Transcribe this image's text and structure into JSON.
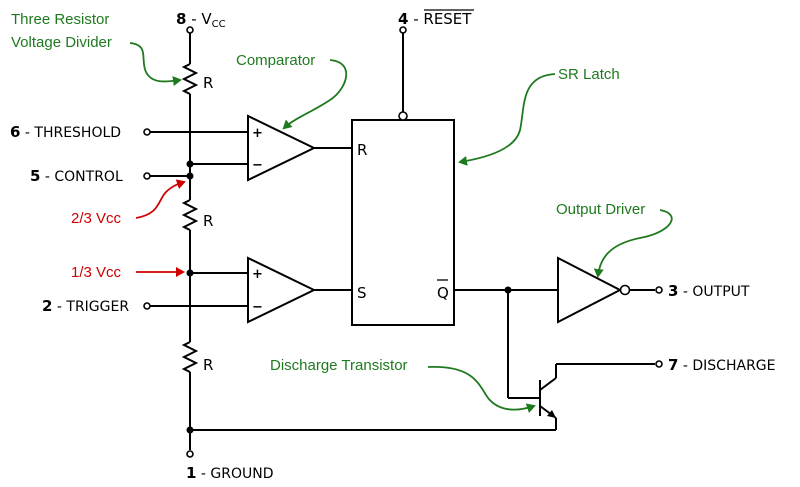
{
  "pins": {
    "vcc": {
      "num": "8",
      "label": " - V",
      "sub": "CC"
    },
    "reset": {
      "num": "4",
      "label": " - ",
      "bar": "RESET"
    },
    "threshold": {
      "num": "6",
      "label": " - THRESHOLD"
    },
    "control": {
      "num": "5",
      "label": " - CONTROL"
    },
    "trigger": {
      "num": "2",
      "label": " - TRIGGER"
    },
    "ground": {
      "num": "1",
      "label": " - GROUND"
    },
    "output": {
      "num": "3",
      "label": " - OUTPUT"
    },
    "discharge": {
      "num": "7",
      "label": " - DISCHARGE"
    }
  },
  "resistor_label": "R",
  "latch": {
    "r": "R",
    "s": "S",
    "q": "Q"
  },
  "comparator_signs": {
    "plus": "+",
    "minus": "−"
  },
  "annotations": {
    "divider_line1": "Three Resistor",
    "divider_line2": "Voltage Divider",
    "comparator": "Comparator",
    "sr_latch": "SR Latch",
    "output_driver": "Output Driver",
    "discharge_transistor": "Discharge Transistor",
    "two_thirds": "2/3 Vcc",
    "one_third": "1/3 Vcc"
  },
  "colors": {
    "annotation_green": "#1f7a1f",
    "annotation_red": "#d00000",
    "wire": "#000000"
  }
}
